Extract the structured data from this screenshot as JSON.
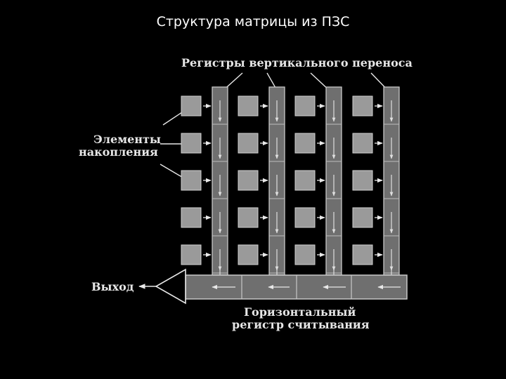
{
  "slide": {
    "title": "Структура матрицы из ПЗС"
  },
  "diagram": {
    "labels": {
      "vertical_registers": "Регистры вертикального переноса",
      "storage_line1": "Элементы",
      "storage_line2": "накопления",
      "output": "Выход",
      "horizontal_line1": "Горизонтальный",
      "horizontal_line2": "регистр считывания"
    },
    "columns": 4,
    "rows": 5,
    "colors": {
      "background": "#000000",
      "cell": "#9a9a9a",
      "register": "#6f6f6f",
      "register_dark": "#5a5a5a",
      "line": "#e8e8e8"
    }
  }
}
